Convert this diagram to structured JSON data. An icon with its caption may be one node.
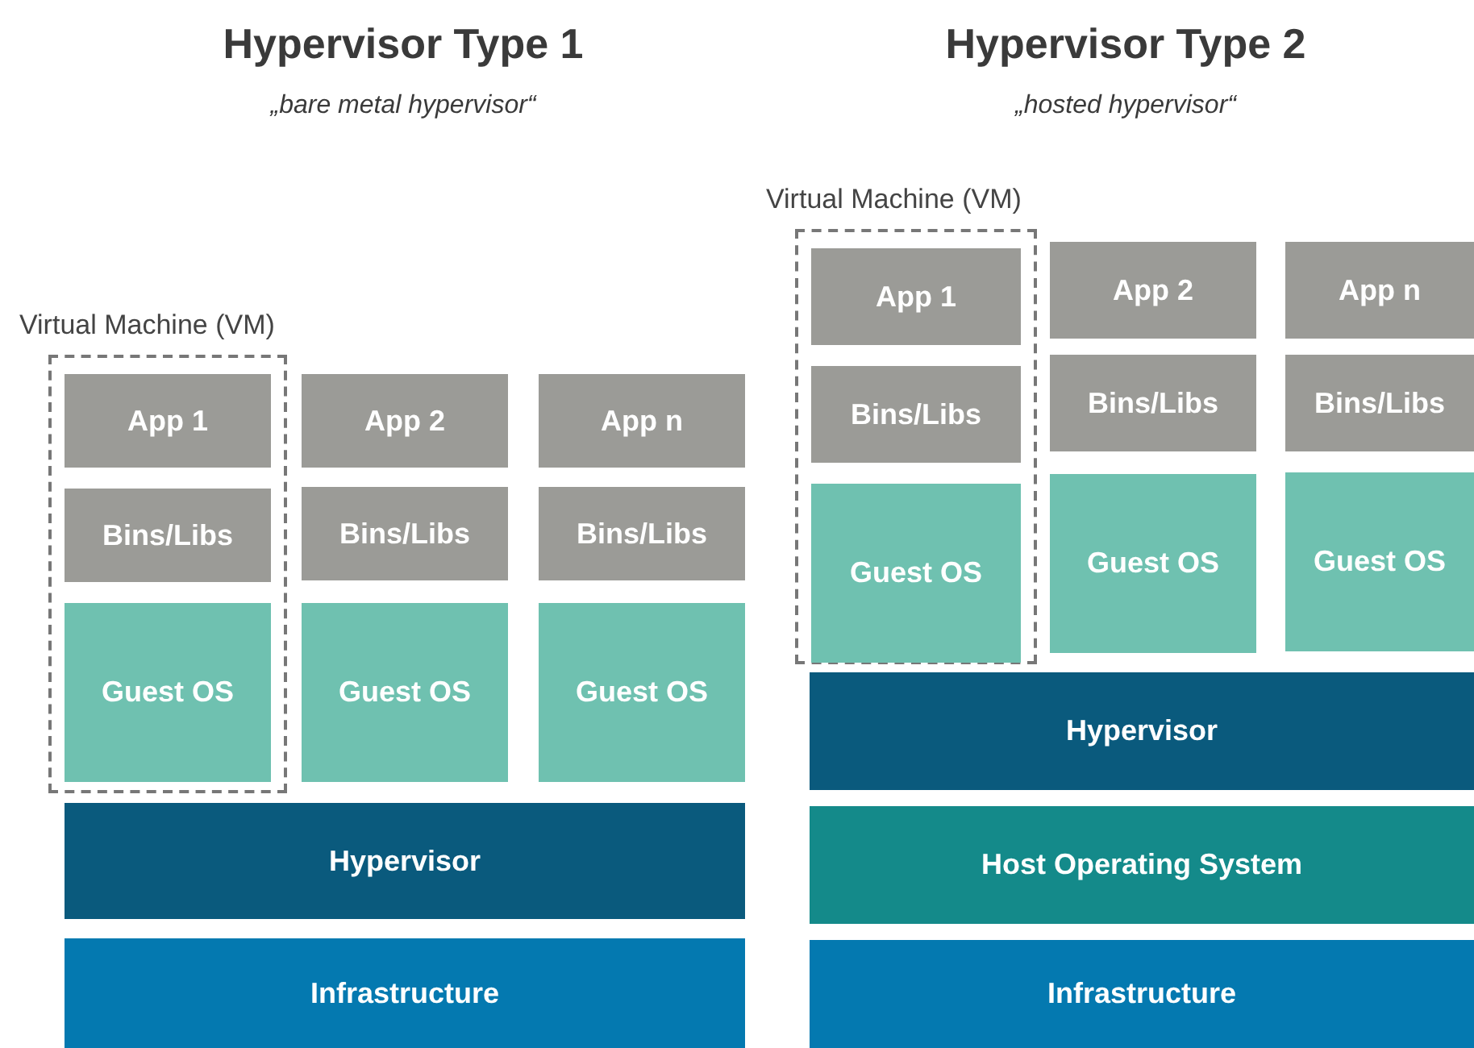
{
  "diagram": {
    "nodes": [
      {
        "text": [
          "Virtual Machine (VM)"
        ]
      },
      {
        "text": [
          "App 1"
        ],
        "in": 0
      },
      {
        "text": [
          "Bins/Libs"
        ],
        "in": 0
      },
      {
        "text": [
          "Guest OS"
        ],
        "in": 0
      },
      {
        "text": [
          "App 2"
        ]
      },
      {
        "text": [
          "Bins/Libs"
        ]
      },
      {
        "text": [
          "Guest OS"
        ]
      },
      {
        "text": [
          "App n"
        ]
      },
      {
        "text": [
          "Bins/Libs"
        ]
      },
      {
        "text": [
          "Guest OS"
        ]
      },
      {
        "text": [
          "Hypervisor"
        ]
      },
      {
        "text": [
          "Infrastructure"
        ]
      },
      {
        "text": [
          "Virtual Machine (VM)"
        ]
      },
      {
        "text": [
          "App 1"
        ],
        "in": 12
      },
      {
        "text": [
          "Bins/Libs"
        ],
        "in": 12
      },
      {
        "text": [
          "Guest OS"
        ],
        "in": 12
      },
      {
        "text": [
          "App 2"
        ]
      },
      {
        "text": [
          "Bins/Libs"
        ]
      },
      {
        "text": [
          "Guest OS"
        ]
      },
      {
        "text": [
          "App n"
        ]
      },
      {
        "text": [
          "Bins/Libs"
        ]
      },
      {
        "text": [
          "Guest OS"
        ]
      },
      {
        "text": [
          "Hypervisor"
        ]
      },
      {
        "text": [
          "Host Operating System"
        ]
      },
      {
        "text": [
          "Infrastructure"
        ]
      }
    ],
    "labels": [
      "Hypervisor Type 1",
      "„bare metal hypervisor“",
      "Hypervisor Type 2",
      "„hosted hypervisor“"
    ]
  }
}
